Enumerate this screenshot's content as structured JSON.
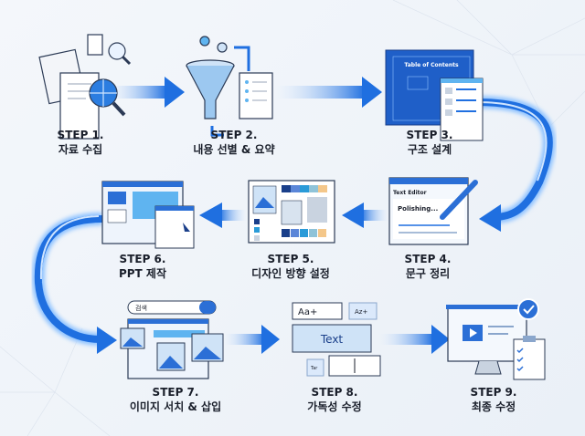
{
  "colors": {
    "accent": "#1f6fe0",
    "arrow_light": "#8ec2ff",
    "dark": "#1a1f2b",
    "panel": "#dbe9fb"
  },
  "steps": [
    {
      "step": "STEP 1.",
      "title": "자료 수집",
      "icon": "documents-search-icon"
    },
    {
      "step": "STEP 2.",
      "title": "내용 선별 & 요약",
      "icon": "funnel-notes-icon"
    },
    {
      "step": "STEP 3.",
      "title": "구조 설계",
      "icon": "blueprint-icon"
    },
    {
      "step": "STEP 4.",
      "title": "문구 정리",
      "icon": "text-editor-pen-icon"
    },
    {
      "step": "STEP 5.",
      "title": "디자인 방향 설정",
      "icon": "mood-board-icon"
    },
    {
      "step": "STEP 6.",
      "title": "PPT 제작",
      "icon": "slide-editor-icon"
    },
    {
      "step": "STEP 7.",
      "title": "이미지 서치 & 삽입",
      "icon": "image-search-icon"
    },
    {
      "step": "STEP 8.",
      "title": "가독성 수정",
      "icon": "text-resize-icon"
    },
    {
      "step": "STEP 9.",
      "title": "최종 수정",
      "icon": "monitor-checklist-icon"
    }
  ],
  "icon_text": {
    "toc": "Table of Contents",
    "editor_title": "Text Editor",
    "polishing": "Polishing...",
    "search": "검색",
    "font_up": "Aa+",
    "az": "Az+",
    "text": "Text",
    "tar": "Tar"
  }
}
